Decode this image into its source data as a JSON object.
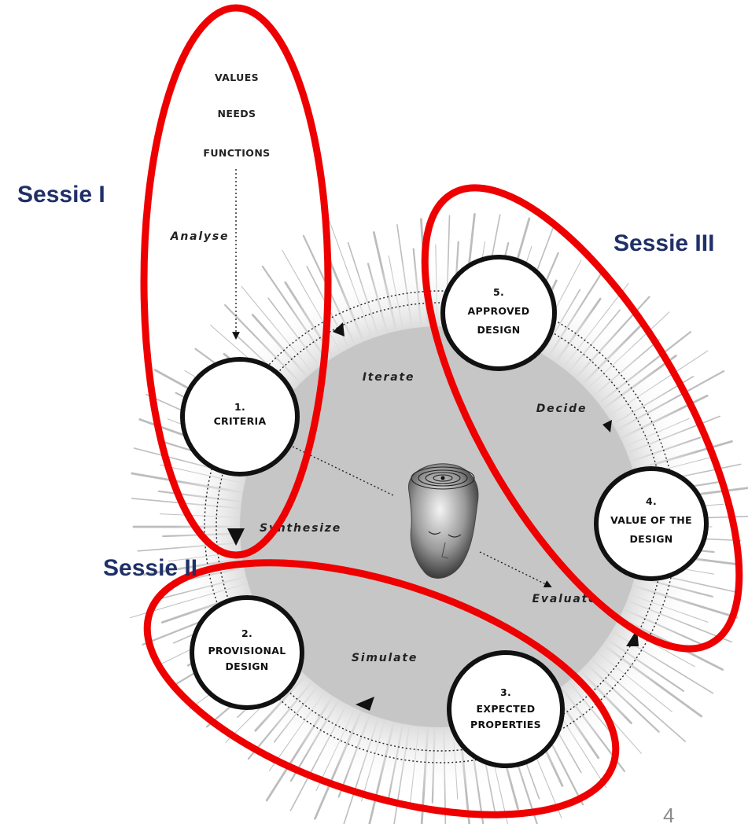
{
  "inputs": [
    "VALUES",
    "NEEDS",
    "FUNCTIONS"
  ],
  "stage_labels": {
    "analyse": "Analyse",
    "iterate": "Iterate",
    "synthesize": "Synthesize",
    "simulate": "Simulate",
    "evaluate": "Evaluate",
    "decide": "Decide"
  },
  "nodes": [
    {
      "id": "criteria",
      "lines": [
        "1.",
        "CRITERIA"
      ]
    },
    {
      "id": "provisional-design",
      "lines": [
        "2.",
        "PROVISIONAL",
        "DESIGN"
      ]
    },
    {
      "id": "expected-properties",
      "lines": [
        "3.",
        "EXPECTED",
        "PROPERTIES"
      ]
    },
    {
      "id": "value-of-design",
      "lines": [
        "4.",
        "VALUE OF THE",
        "DESIGN"
      ]
    },
    {
      "id": "approved-design",
      "lines": [
        "5.",
        "APPROVED",
        "DESIGN"
      ]
    }
  ],
  "sessions": {
    "one": "Sessie I",
    "two": "Sessie II",
    "three": "Sessie III"
  },
  "page_number": "4",
  "colors": {
    "highlight_ellipse": "#ee0000",
    "session_text": "#1f3067",
    "disc_gray": "#c8c8c8"
  }
}
